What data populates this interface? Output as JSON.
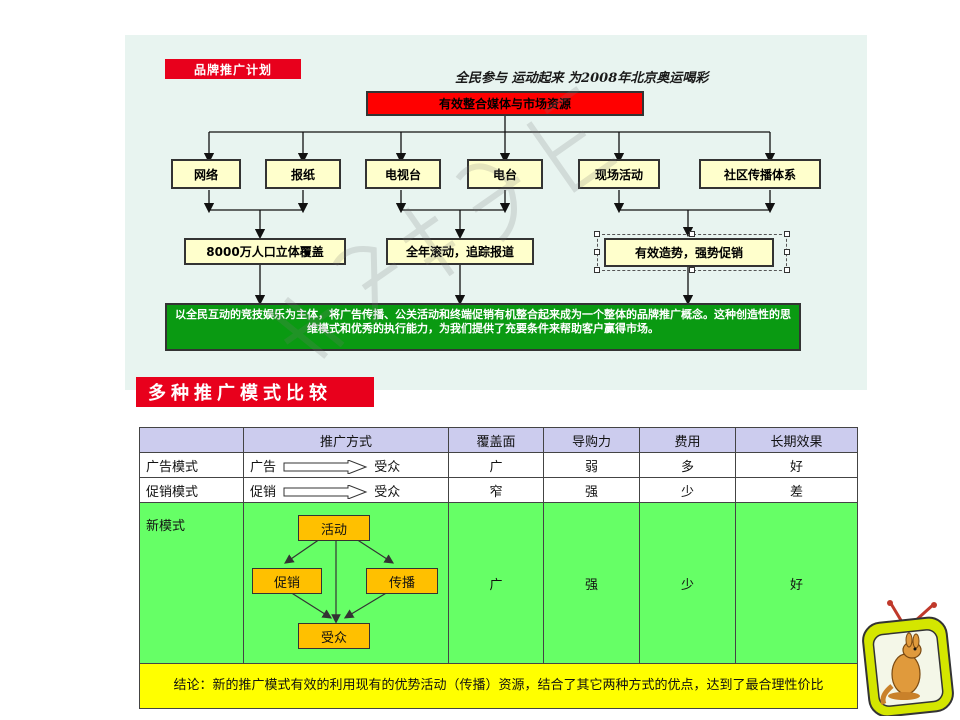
{
  "plan": {
    "tag": "品牌推广计划",
    "slogan": "全民参与 运动起来 为2008年北京奥运喝彩",
    "root": "有效整合媒体与市场资源",
    "channels": [
      "网络",
      "报纸",
      "电视台",
      "电台",
      "现场活动",
      "社区传播体系"
    ],
    "outcomes": [
      "8000万人口立体覆盖",
      "全年滚动，追踪报道",
      "有效造势，强势促销"
    ],
    "summary": "以全民互动的竞技娱乐为主体，将广告传播、公关活动和终端促销有机整合起来成为一个整体的品牌推广概念。这种创造性的思维模式和优秀的执行能力，为我们提供了充要条件来帮助客户赢得市场。"
  },
  "comparison": {
    "title": "多种推广模式比较",
    "headers": [
      "",
      "推广方式",
      "覆盖面",
      "导购力",
      "费用",
      "长期效果"
    ],
    "rows": [
      {
        "mode": "广告模式",
        "from": "广告",
        "to": "受众",
        "coverage": "广",
        "guide": "弱",
        "cost": "多",
        "long_term": "好"
      },
      {
        "mode": "促销模式",
        "from": "促销",
        "to": "受众",
        "coverage": "窄",
        "guide": "强",
        "cost": "少",
        "long_term": "差"
      }
    ],
    "new_mode": {
      "mode": "新模式",
      "flow": {
        "top": "活动",
        "left": "促销",
        "right": "传播",
        "bottom": "受众"
      },
      "coverage": "广",
      "guide": "强",
      "cost": "少",
      "long_term": "好"
    },
    "conclusion": "结论：新的推广模式有效的利用现有的优势活动（传播）资源，结合了其它两种方式的优点，达到了最合理性价比"
  },
  "colors": {
    "tag_red": "#e8001c",
    "root_red": "#ff0000",
    "box_yellow": "#ffffcc",
    "green": "#0a9a12",
    "header_lavender": "#ccccee",
    "new_green": "#66ff66",
    "conclusion_yellow": "#ffff00",
    "orange": "#ffc000"
  },
  "decor": {
    "mascot": "kangaroo-tv-mascot-icon"
  }
}
